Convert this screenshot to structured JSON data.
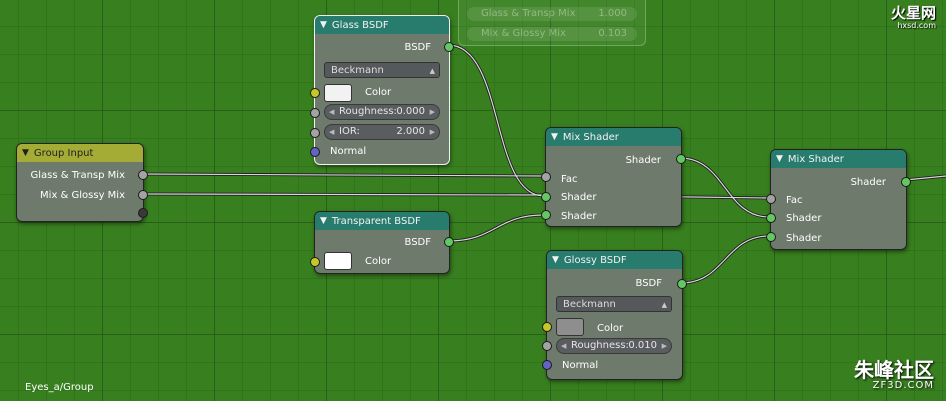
{
  "watermarks": {
    "top_right": {
      "name": "火星网",
      "url": "hxsd.com"
    },
    "bottom_right": {
      "name": "朱峰社区",
      "url": "ZF3D.COM"
    }
  },
  "breadcrumb": "Eyes_a/Group",
  "ghost_node": {
    "items": [
      {
        "label": "Glass & Transp Mix",
        "value": "1.000"
      },
      {
        "label": "Mix & Glossy Mix",
        "value": "0.103"
      }
    ]
  },
  "nodes": {
    "group_input": {
      "title": "Group Input",
      "outputs": [
        "Glass & Transp Mix",
        "Mix & Glossy Mix"
      ]
    },
    "glass_bsdf": {
      "title": "Glass BSDF",
      "output": "BSDF",
      "distribution": "Beckmann",
      "color_label": "Color",
      "roughness_label": "Roughness:",
      "roughness_value": "0.000",
      "ior_label": "IOR:",
      "ior_value": "2.000",
      "normal_label": "Normal"
    },
    "transparent_bsdf": {
      "title": "Transparent BSDF",
      "output": "BSDF",
      "color_label": "Color"
    },
    "mix_shader_1": {
      "title": "Mix Shader",
      "output": "Shader",
      "inputs": [
        "Fac",
        "Shader",
        "Shader"
      ]
    },
    "glossy_bsdf": {
      "title": "Glossy BSDF",
      "output": "BSDF",
      "distribution": "Beckmann",
      "color_label": "Color",
      "roughness_label": "Roughness:",
      "roughness_value": "0.010",
      "normal_label": "Normal"
    },
    "mix_shader_2": {
      "title": "Mix Shader",
      "output": "Shader",
      "inputs": [
        "Fac",
        "Shader",
        "Shader"
      ]
    }
  },
  "colors": {
    "background": "#38801f",
    "node_body": "#6e7a6c",
    "shader_header": "#287c6e",
    "group_header": "#a5ac36",
    "socket_shader": "#63c763",
    "socket_float": "#a3a3a3",
    "socket_color": "#c7c729",
    "socket_vector": "#6363c7"
  }
}
